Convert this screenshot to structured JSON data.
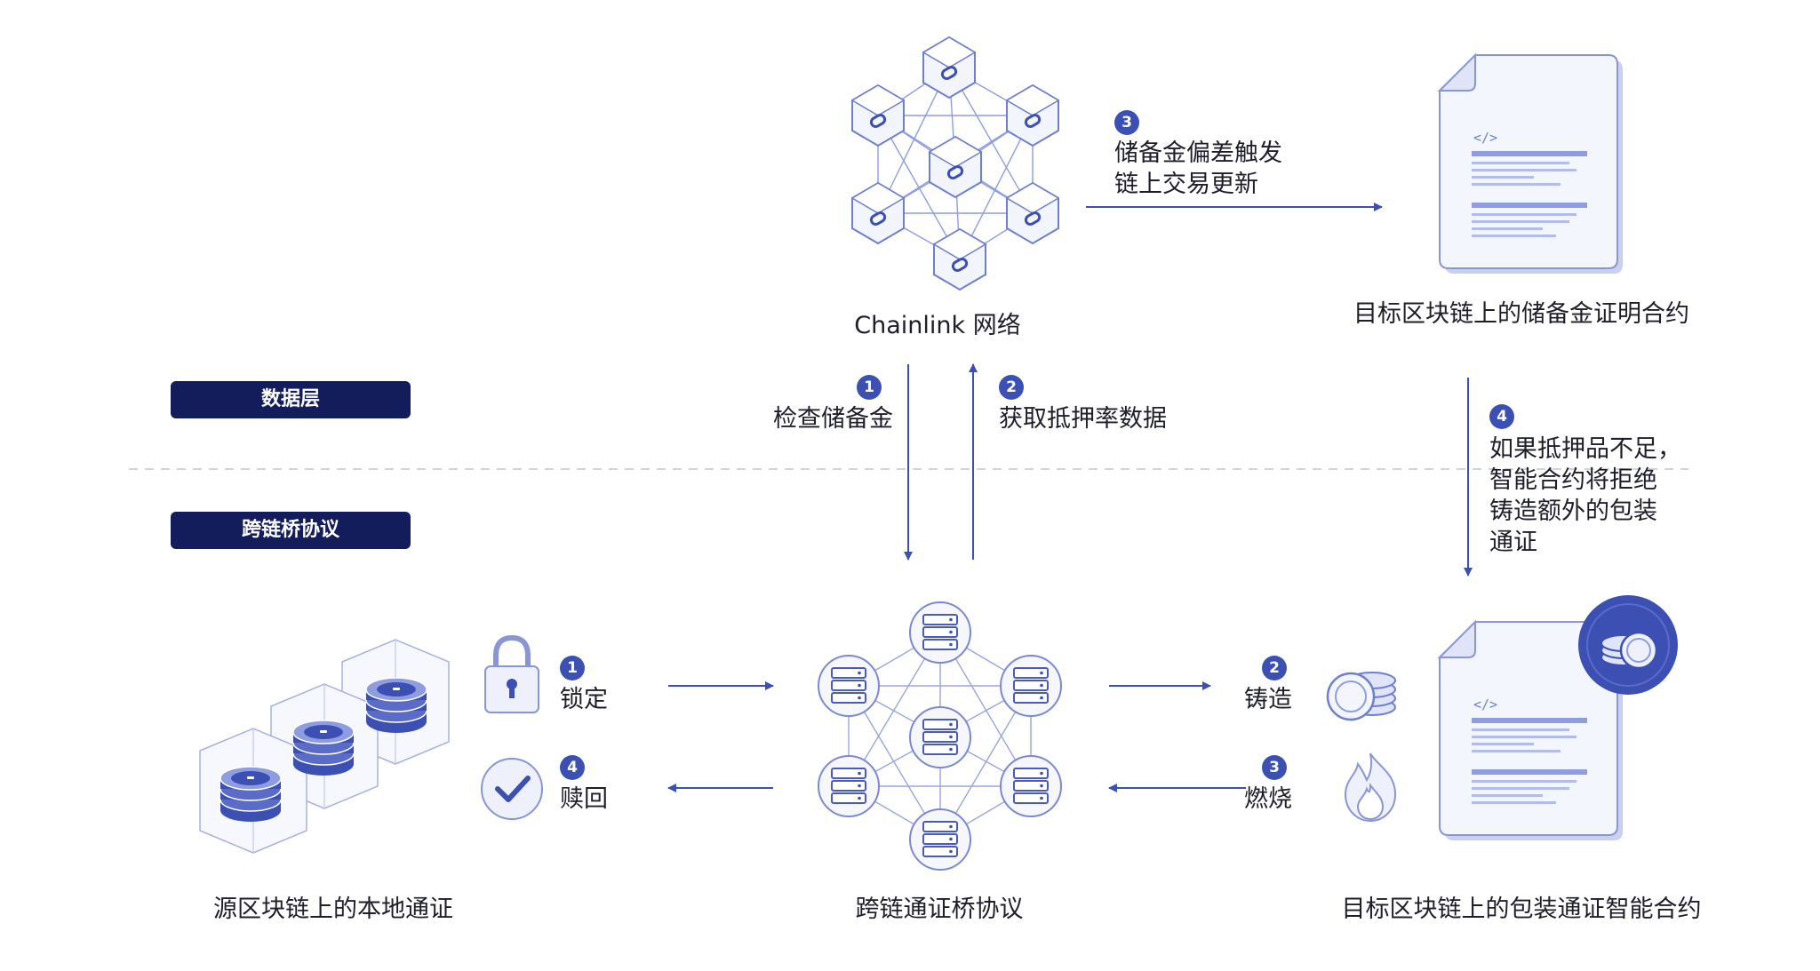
{
  "layers": {
    "data_layer": "数据层",
    "bridge_layer": "跨链桥协议"
  },
  "nodes": {
    "chainlink_network": "Chainlink 网络",
    "por_contract": "目标区块链上的储备金证明合约",
    "source_tokens": "源区块链上的本地通证",
    "bridge_protocol": "跨链通证桥协议",
    "wrapped_contract": "目标区块链上的包装通证智能合约"
  },
  "steps_top": {
    "s1_num": "1",
    "s1_label": "检查储备金",
    "s2_num": "2",
    "s2_label": "获取抵押率数据",
    "s3_num": "3",
    "s3_line1": "储备金偏差触发",
    "s3_line2": "链上交易更新",
    "s4_num": "4",
    "s4_line1": "如果抵押品不足，",
    "s4_line2": "智能合约将拒绝",
    "s4_line3": "铸造额外的包装",
    "s4_line4": "通证"
  },
  "steps_bridge": {
    "lock_num": "1",
    "lock_label": "锁定",
    "redeem_num": "4",
    "redeem_label": "赎回",
    "mint_num": "2",
    "mint_label": "铸造",
    "burn_num": "3",
    "burn_label": "燃烧"
  },
  "icons": {
    "code_tag": "</>",
    "accent": "#3c50b4",
    "light_fill": "#eef0fb",
    "outline": "#8a96d4",
    "dark_label": "#141d5c"
  }
}
